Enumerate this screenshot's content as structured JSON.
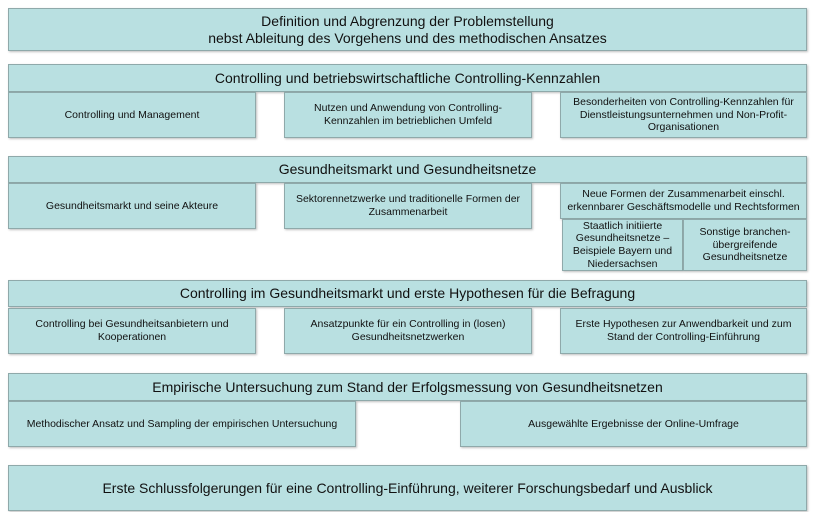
{
  "title": {
    "line1": "Definition und Abgrenzung der Problemstellung",
    "line2": "nebst Ableitung des Vorgehens und des methodischen Ansatzes"
  },
  "s1": {
    "header": "Controlling und betriebswirtschaftliche Controlling-Kennzahlen",
    "items": [
      "Controlling und Management",
      "Nutzen und Anwendung von Controlling-Kennzahlen im betrieblichen Umfeld",
      "Besonderheiten von Controlling-Kennzahlen für Dienstleistungsunternehmen und Non-Profit-Organisationen"
    ]
  },
  "s2": {
    "header": "Gesundheitsmarkt und Gesundheitsnetze",
    "items": [
      "Gesundheitsmarkt und seine Akteure",
      "Sektorennetzwerke und traditionelle Formen der Zusammenarbeit",
      "Neue Formen der Zusammenarbeit einschl. erkennbarer Geschäftsmodelle und Rechtsformen"
    ],
    "sub": [
      "Staatlich initiierte Gesundheitsnetze – Beispiele Bayern und Niedersachsen",
      "Sonstige branchen-übergreifende Gesundheitsnetze"
    ]
  },
  "s3": {
    "header": "Controlling im Gesundheitsmarkt und erste Hypothesen für die Befragung",
    "items": [
      "Controlling bei Gesundheitsanbietern und Kooperationen",
      "Ansatzpunkte für ein Controlling in (losen) Gesundheitsnetzwerken",
      "Erste Hypothesen zur Anwendbarkeit und zum Stand der Controlling-Einführung"
    ]
  },
  "s4": {
    "header": "Empirische Untersuchung zum Stand der Erfolgsmessung von Gesundheitsnetzen",
    "items": [
      "Methodischer Ansatz und Sampling der empirischen Untersuchung",
      "Ausgewählte Ergebnisse der Online-Umfrage"
    ]
  },
  "final": "Erste Schlussfolgerungen für eine Controlling-Einführung, weiterer Forschungsbedarf und Ausblick"
}
